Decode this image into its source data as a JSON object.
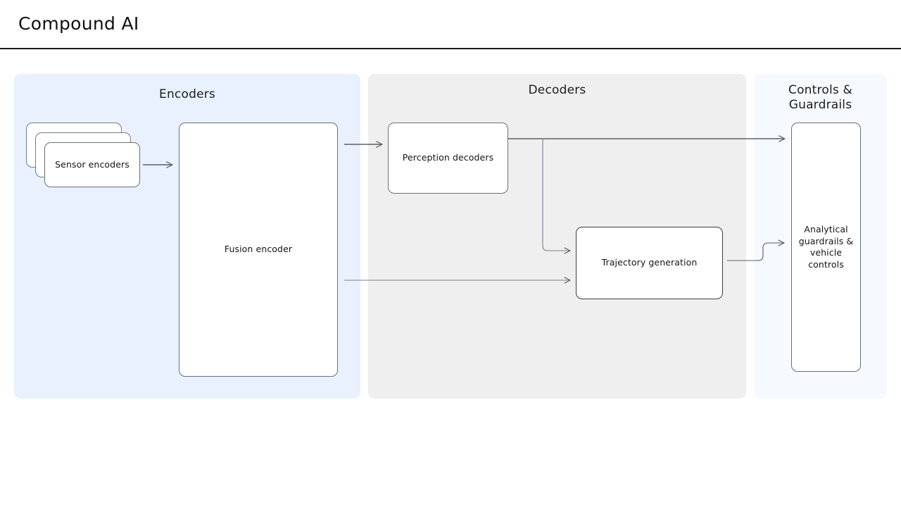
{
  "header": {
    "title": "Compound AI"
  },
  "panels": [
    {
      "id": "encoders",
      "title": "Encoders"
    },
    {
      "id": "decoders",
      "title": "Decoders"
    },
    {
      "id": "controls",
      "title": "Controls &\nGuardrails",
      "title_line1": "Controls &",
      "title_line2": "Guardrails"
    }
  ],
  "nodes": {
    "sensor_encoders": "Sensor encoders",
    "fusion_encoder": "Fusion encoder",
    "perception_decoders": "Perception decoders",
    "trajectory_generation": "Trajectory generation",
    "analytical_guardrails": "Analytical guardrails & vehicle controls"
  },
  "colors": {
    "encoders_panel_bg": "#e8f1fd",
    "decoders_panel_bg": "#efefef",
    "controls_panel_bg": "#f6f9fe",
    "node_bg": "#ffffff",
    "node_border": "#6b6f75",
    "connector": "#5a5f66",
    "header_rule": "#1b1b1b",
    "text": "#141414"
  },
  "connectors": [
    {
      "from": "sensor_encoders",
      "to": "fusion_encoder"
    },
    {
      "from": "fusion_encoder",
      "to": "perception_decoders"
    },
    {
      "from": "fusion_encoder",
      "to": "trajectory_generation"
    },
    {
      "from": "perception_decoders",
      "to": "analytical_guardrails"
    },
    {
      "from": "perception_decoders",
      "to": "trajectory_generation"
    },
    {
      "from": "trajectory_generation",
      "to": "analytical_guardrails"
    }
  ]
}
